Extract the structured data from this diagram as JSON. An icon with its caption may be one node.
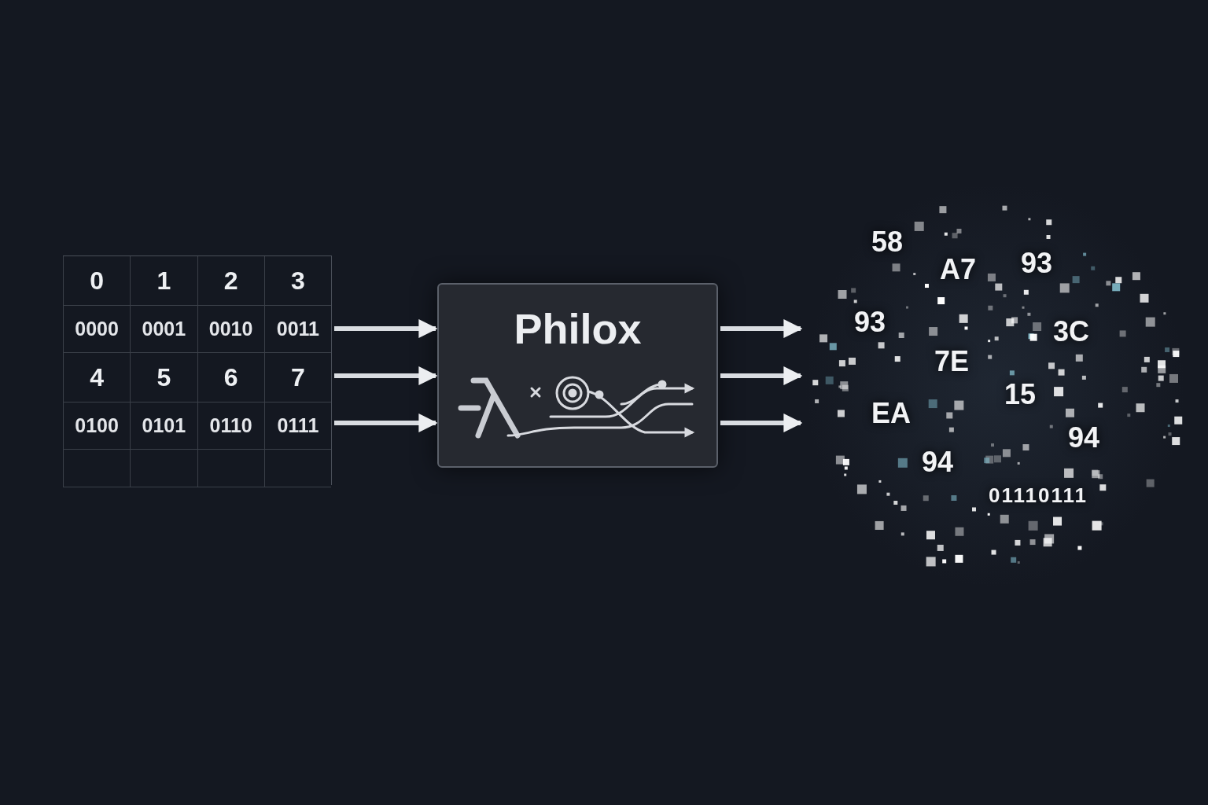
{
  "diagram": {
    "nodes": [
      {
        "text": [
          "0",
          "1",
          "2",
          "3",
          "0000",
          "0001",
          "0010",
          "0011",
          "4",
          "5",
          "6",
          "7",
          "0100",
          "0101",
          "0110",
          "0111"
        ]
      },
      {
        "text": [
          "Philox"
        ]
      },
      {
        "text": [
          "58",
          "A7",
          "93",
          "93",
          "3C",
          "7E",
          "15",
          "EA",
          "94",
          "94",
          "01110111"
        ]
      }
    ],
    "edges": [
      {
        "from": 0,
        "to": 1,
        "arrow": "to"
      },
      {
        "from": 0,
        "to": 1,
        "arrow": "to"
      },
      {
        "from": 0,
        "to": 1,
        "arrow": "to"
      },
      {
        "from": 1,
        "to": 2,
        "arrow": "to"
      },
      {
        "from": 1,
        "to": 2,
        "arrow": "to"
      },
      {
        "from": 1,
        "to": 2,
        "arrow": "to"
      }
    ]
  }
}
